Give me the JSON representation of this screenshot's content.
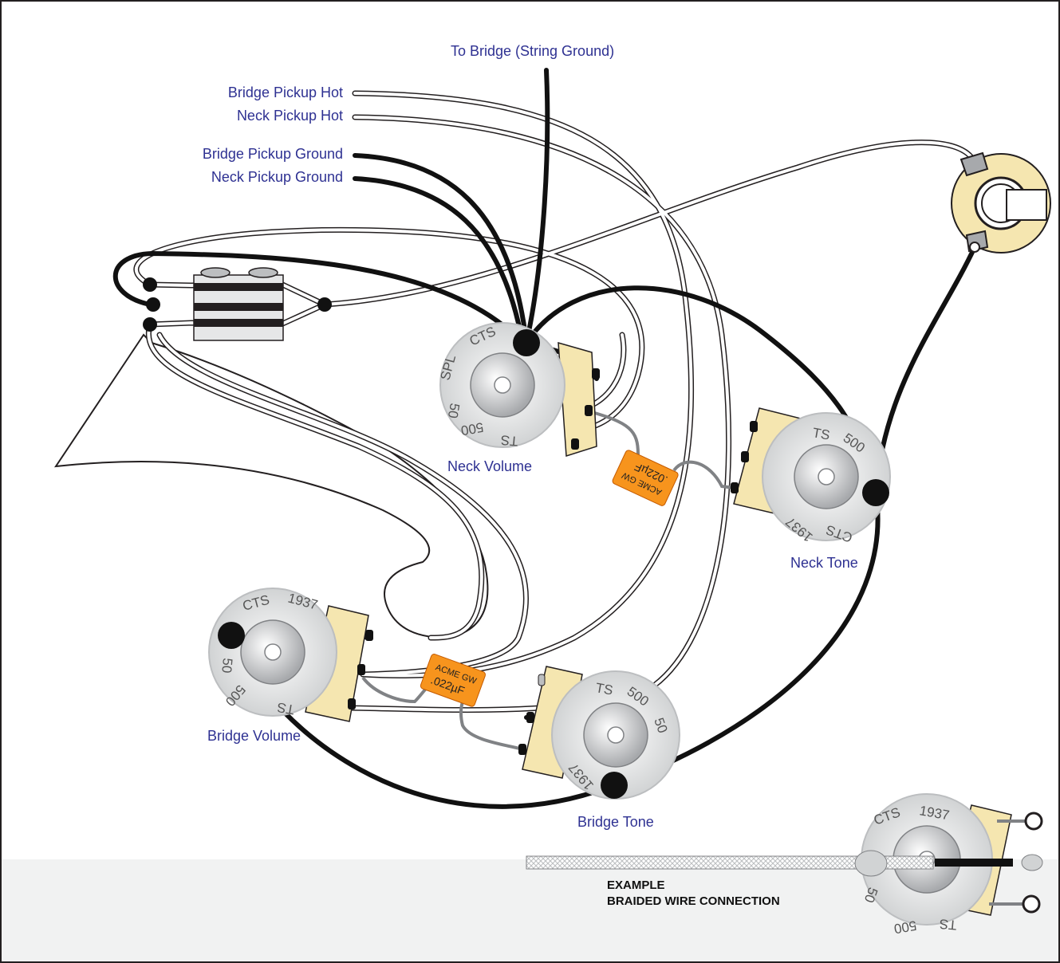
{
  "labels": {
    "to_bridge": "To Bridge (String Ground)",
    "bridge_pickup_hot": "Bridge Pickup Hot",
    "neck_pickup_hot": "Neck Pickup Hot",
    "bridge_pickup_ground": "Bridge Pickup Ground",
    "neck_pickup_ground": "Neck Pickup Ground",
    "neck_volume": "Neck Volume",
    "neck_tone": "Neck Tone",
    "bridge_volume": "Bridge Volume",
    "bridge_tone": "Bridge Tone",
    "example_line1": "EXAMPLE",
    "example_line2": "BRAIDED WIRE CONNECTION"
  },
  "pot_markings": {
    "brand": "CTS",
    "year": "1937",
    "value": "500",
    "ts": "TS",
    "spl": "SPL",
    "fifty": "50"
  },
  "capacitors": {
    "brand": "ACME GW",
    "value": ".022µF"
  },
  "colors": {
    "label_text": "#2e3192",
    "wire_black": "#111111",
    "wire_white": "#ffffff",
    "capacitor": "#f7941d",
    "lug_cream": "#f5e6b0",
    "pot_body": "#e6e7e8",
    "example_band": "#f1f2f2"
  }
}
